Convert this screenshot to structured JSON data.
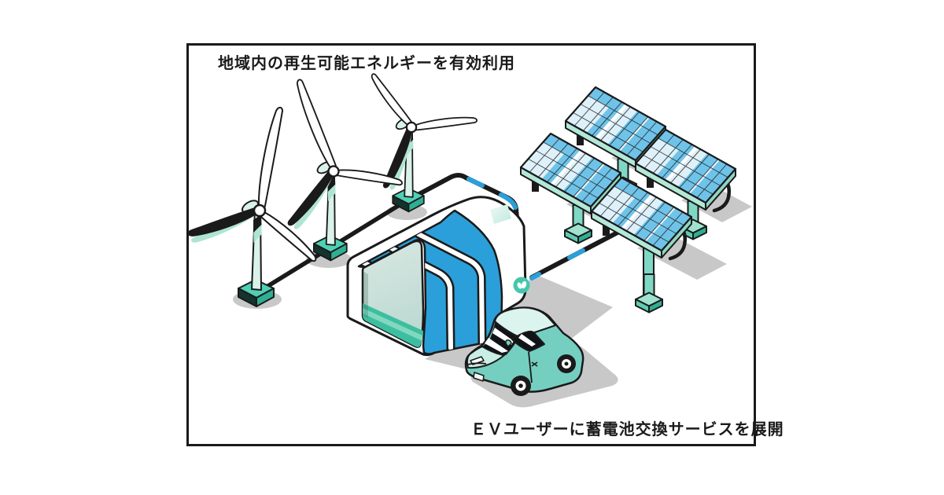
{
  "figure": {
    "top_label": "地域内の再生可能エネルギーを有効利用",
    "bottom_label": "ＥＶユーザーに蓄電池交換サービスを展開"
  },
  "scene": {
    "wind_turbine_count": 3,
    "solar_panel_count": 4,
    "icons": [
      "wind-turbine-icon",
      "solar-panel-icon",
      "battery-station-icon",
      "ev-car-icon",
      "leaf-logo-icon"
    ]
  },
  "colors": {
    "ink": "#1a1a1a",
    "blue": "#2b9fd9",
    "panel-blue": "#6fc3e9",
    "panel-pale": "#def1fa",
    "mint": "#d9f2ea",
    "mint2": "#aee4d4",
    "teal": "#4fd0b5",
    "teal-dark": "#2fae93",
    "teal-deep": "#14332c",
    "edge-teal": "#b2e8d8",
    "edge-teal2": "#8fd6c2",
    "floor-teal": "#3cbfa0",
    "floor-light": "#84d7bf",
    "interior-pale": "#cfe2dc",
    "car-body": "#74cfc0",
    "car-light": "#c9eee5",
    "car-roof": "#dbf4ee",
    "logo-teal": "#45c7ac",
    "shadow": "#c8c8c8",
    "white": "#ffffff"
  }
}
